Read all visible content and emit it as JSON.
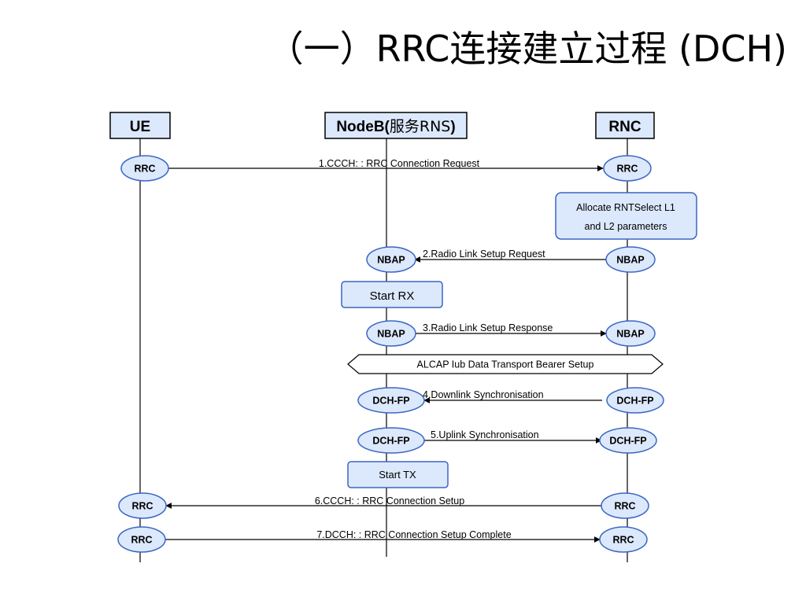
{
  "title": "（一）RRC连接建立过程 (DCH)",
  "colors": {
    "fill": "#dce8fb",
    "stroke": "#3a66c4",
    "line": "#000000"
  },
  "entities": {
    "ue": {
      "prefix": "UE",
      "suffix": ""
    },
    "nodeb": {
      "prefix": "NodeB(",
      "suffix": ")",
      "inner": "服务RNS"
    },
    "rnc": {
      "prefix": "RNC",
      "suffix": ""
    }
  },
  "ellipses": {
    "rrc": "RRC",
    "nbap": "NBAP",
    "dchfp": "DCH-FP"
  },
  "messages": {
    "m1": "1.CCCH: : RRC Connection Request",
    "m2": "2.Radio Link Setup Request",
    "m3": "3.Radio Link Setup Response",
    "m4": "4.Downlink Synchronisation",
    "m5": "5.Uplink Synchronisation",
    "m6": "6.CCCH: : RRC Connection Setup",
    "m7": "7.DCCH: : RRC Connection Setup Complete"
  },
  "boxes": {
    "allocate_line1": "Allocate RNTSelect L1",
    "allocate_line2": "and L2 parameters",
    "start_rx": "Start RX",
    "start_tx": "Start TX"
  },
  "alcap": "ALCAP Iub Data Transport Bearer Setup"
}
